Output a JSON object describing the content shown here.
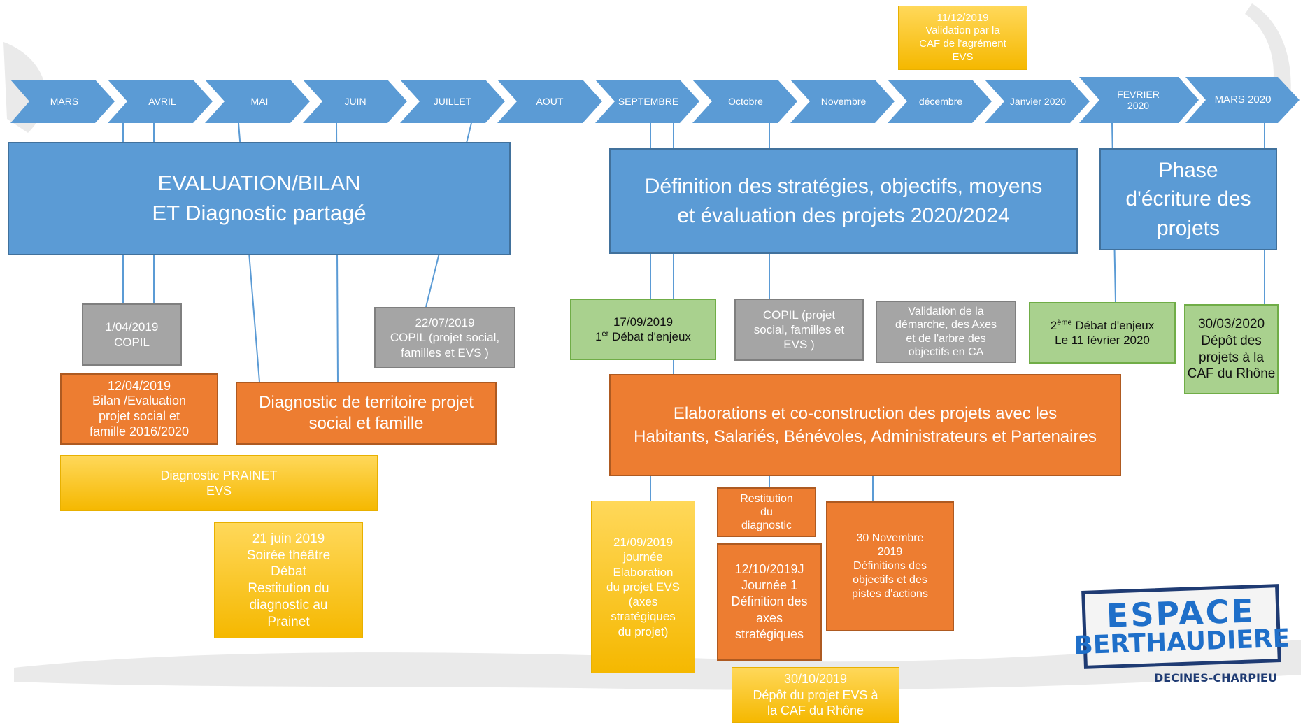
{
  "timeline": {
    "months": [
      "MARS",
      "AVRIL",
      "MAI",
      "JUIN",
      "JUILLET",
      "AOUT",
      "SEPTEMBRE",
      "Octobre",
      "Novembre",
      "décembre",
      "Janvier 2020",
      "FEVRIER\n2020",
      "MARS 2020"
    ],
    "color": "#5b9bd5"
  },
  "top_note": "11/12/2019\nValidation par la\nCAF de l'agrément\nEVS",
  "phases": {
    "evaluation": "EVALUATION/BILAN\nET Diagnostic partagé",
    "definition": "Définition des stratégies, objectifs, moyens\net évaluation des projets 2020/2024",
    "ecriture": "Phase\nd'écriture des\nprojets"
  },
  "events": {
    "copil_1": "1/04/2019\nCOPIL",
    "bilan": "12/04/2019\nBilan /Evaluation\nprojet social et\nfamille 2016/2020",
    "diagnostic_territoire": "Diagnostic de territoire projet\nsocial et famille",
    "copil_2": "22/07/2019\nCOPIL (projet social,\nfamilles et EVS )",
    "diagnostic_prainet": "Diagnostic  PRAINET\nEVS",
    "soiree": "21 juin 2019\nSoirée théâtre\nDébat\nRestitution du\ndiagnostic au\nPrainet",
    "debat_1_date": "17/09/2019",
    "debat_1_num": "1",
    "debat_1_sup": "er",
    "debat_1_text": " Débat d'enjeux",
    "copil_3": "COPIL (projet\nsocial, familles et\nEVS )",
    "validation_ca": "Validation de la\ndémarche,  des Axes\net de l'arbre des\nobjectifs en CA",
    "debat_2_num": "2",
    "debat_2_sup": "ème",
    "debat_2_text": " Débat d'enjeux",
    "debat_2_date": "Le 11 février 2020",
    "depot_caf": "30/03/2020\nDépôt des\nprojets à la\nCAF du Rhône",
    "elaborations": "Elaborations et  co-construction des projets avec les\nHabitants, Salariés, Bénévoles, Administrateurs et Partenaires",
    "journee_evs": "21/09/2019\njournée\nElaboration\ndu projet EVS\n(axes\nstratégiques\ndu projet)",
    "restitution": "Restitution\ndu\ndiagnostic",
    "journee_1": "12/10/2019J\nJournée 1\nDéfinition des\naxes\nstratégiques",
    "novembre": "30 Novembre\n2019\nDéfinitions des\nobjectifs et des\npistes d'actions",
    "depot_evs": "30/10/2019\nDépôt du projet EVS à\nla CAF du Rhône"
  },
  "logo": {
    "line1": "ESPACE",
    "line2": "BERTHAUDIERE",
    "sub": "DECINES-CHARPIEU"
  },
  "colors": {
    "blue": "#5b9bd5",
    "gray": "#a5a5a5",
    "green": "#a9d18e",
    "orange": "#ed7d31",
    "yellow": "#ffc000",
    "logo_blue": "#1f6fc9"
  }
}
